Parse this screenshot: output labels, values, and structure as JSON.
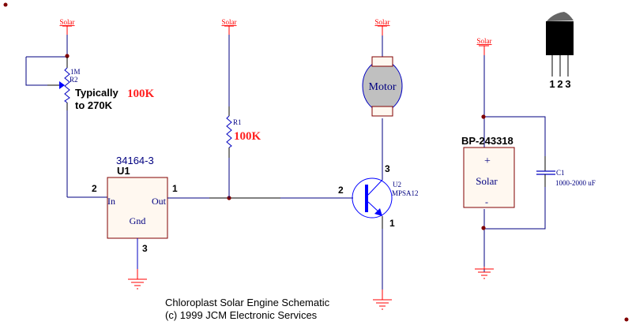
{
  "colors": {
    "wire": "#000080",
    "power": "#ff0000",
    "junction": "#800000",
    "component_fill": "#fff8f0",
    "component_border": "#800000",
    "label_blue": "#000080",
    "value_red": "#ff2020",
    "motor_fill": "#c0c0c0",
    "transistor": "#0000ff"
  },
  "power_labels": {
    "r2_supply": "Solar",
    "r1_supply": "Solar",
    "motor_supply": "Solar",
    "panel_supply": "Solar"
  },
  "r2": {
    "designator": "R2",
    "value": "1M",
    "note_prefix": "Typically",
    "note_value": "100K",
    "note_suffix": "to 270K"
  },
  "r1": {
    "designator": "R1",
    "value": "100K"
  },
  "u1": {
    "part_number": "34164-3",
    "designator": "U1",
    "pin_in_label": "In",
    "pin_out_label": "Out",
    "pin_gnd_label": "Gnd",
    "pin_in_number": "2",
    "pin_out_number": "1",
    "pin_gnd_number": "3"
  },
  "motor": {
    "label": "Motor"
  },
  "u2": {
    "designator": "U2",
    "part_number": "MPSA12",
    "pin_base": "2",
    "pin_collector": "3",
    "pin_emitter": "1"
  },
  "solar_panel": {
    "part_number": "BP-243318",
    "plus": "+",
    "label": "Solar",
    "minus": "-"
  },
  "c1": {
    "designator": "C1",
    "value": "1000-2000 uF"
  },
  "to92_pinout": {
    "pins": [
      "1",
      "2",
      "3"
    ]
  },
  "footer": {
    "title": "Chloroplast Solar Engine Schematic",
    "copyright": "(c) 1999 JCM Electronic Services"
  }
}
